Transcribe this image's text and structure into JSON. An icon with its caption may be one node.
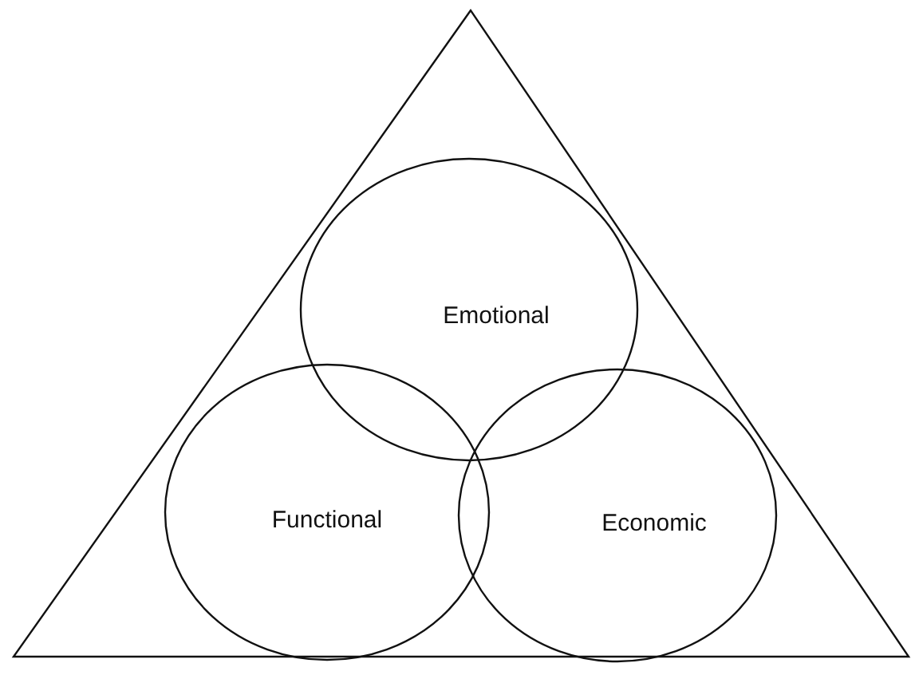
{
  "diagram": {
    "nodes": [
      {
        "text": [],
        "shape": "triangle"
      },
      {
        "text": [
          "Emotional"
        ],
        "in": 0
      },
      {
        "text": [
          "Functional"
        ],
        "in": 0
      },
      {
        "text": [
          "Economic"
        ],
        "in": 0
      }
    ]
  }
}
